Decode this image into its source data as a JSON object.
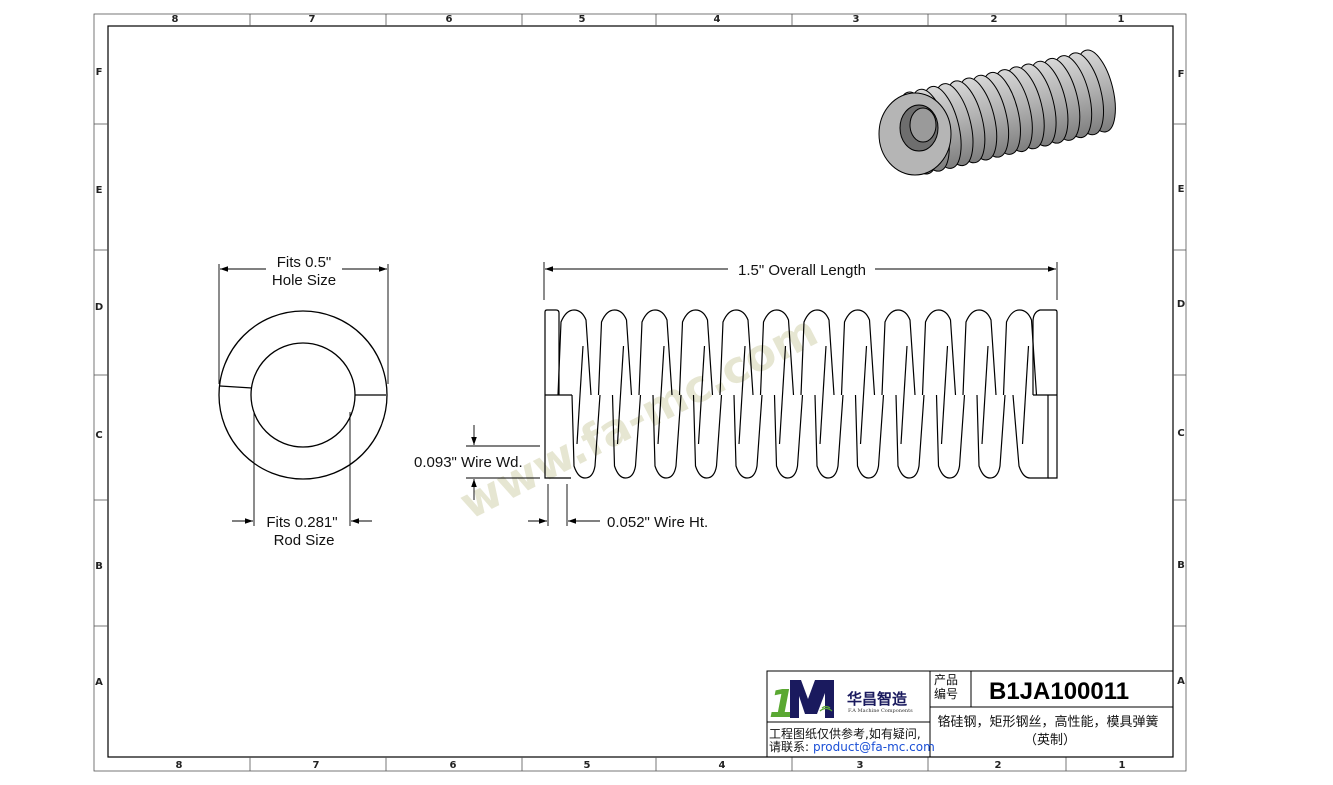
{
  "zones": {
    "columns": [
      "8",
      "7",
      "6",
      "5",
      "4",
      "3",
      "2",
      "1"
    ],
    "rows": [
      "F",
      "E",
      "D",
      "C",
      "B",
      "A"
    ]
  },
  "dimensions": {
    "hole_line1": "Fits 0.5\"",
    "hole_line2": "Hole Size",
    "rod_line1": "Fits 0.281\"",
    "rod_line2": "Rod Size",
    "overall_length": "1.5\" Overall Length",
    "wire_width": "0.093\" Wire Wd.",
    "wire_height": "0.052\" Wire Ht."
  },
  "watermark": "www.fa-mc.com",
  "title_block": {
    "brand_name": "华昌智造",
    "brand_sub": "F.A Machine Components",
    "note_line1": "工程图纸仅供参考,如有疑问,",
    "note_line2_prefix": "请联系:",
    "email": "product@fa-mc.com",
    "label_product": "产品",
    "label_code": "编号",
    "part_number": "B1JA100011",
    "description_line1": "铬硅钢，矩形钢丝，高性能，模具弹簧",
    "description_line2": "（英制）"
  },
  "colors": {
    "line": "#000000",
    "spring_gray": "#a9a9a9",
    "logo_green": "#5aa832",
    "logo_navy": "#1a1a5e",
    "email_blue": "#1a4fd6"
  }
}
